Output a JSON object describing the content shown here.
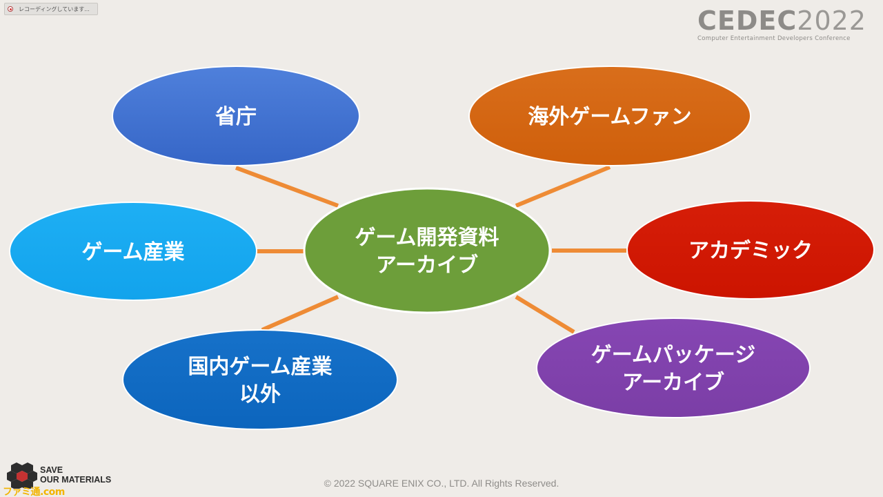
{
  "recording": {
    "label": "レコーディングしています..."
  },
  "conference": {
    "title": "CEDEC",
    "year": "2022",
    "subtitle": "Computer Entertainment Developers Conference"
  },
  "diagram": {
    "center": {
      "lines": [
        "ゲーム開発資料",
        "アーカイブ"
      ],
      "color": "#6d9e3a"
    },
    "nodes": [
      {
        "id": "ministry",
        "lines": [
          "省庁"
        ],
        "color": "#3666c7",
        "color_light": "#4f80db"
      },
      {
        "id": "overseas-fans",
        "lines": [
          "海外ゲームファン"
        ],
        "color": "#cf5f0b",
        "color_light": "#d96e1b"
      },
      {
        "id": "game-industry",
        "lines": [
          "ゲーム産業"
        ],
        "color": "#12a3ec",
        "color_light": "#1eaff4"
      },
      {
        "id": "academic",
        "lines": [
          "アカデミック"
        ],
        "color": "#cc1400",
        "color_light": "#d61e08"
      },
      {
        "id": "outside-domestic",
        "lines": [
          "国内ゲーム産業",
          "以外"
        ],
        "color": "#0c65bd",
        "color_light": "#1671c9"
      },
      {
        "id": "package-archive",
        "lines": [
          "ゲームパッケージ",
          "アーカイブ"
        ],
        "color": "#7b3ea6",
        "color_light": "#8646b3"
      }
    ],
    "connector_color": "#ee8b35"
  },
  "footer": {
    "brand_line1": "SAVE",
    "brand_line2": "OUR MATERIALS",
    "copyright": "© 2022 SQUARE ENIX CO., LTD. All Rights Reserved.",
    "watermark": "ファミ通.com"
  }
}
